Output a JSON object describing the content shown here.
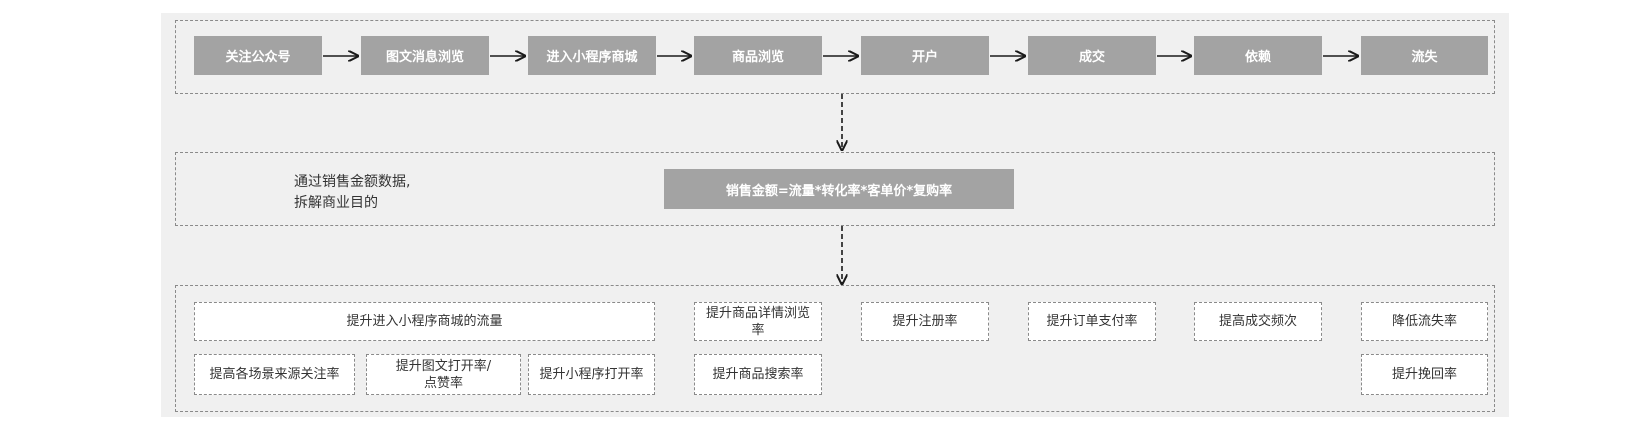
{
  "funnel_steps": [
    {
      "label": "关注公众号"
    },
    {
      "label": "图文消息浏览"
    },
    {
      "label": "进入小程序商城"
    },
    {
      "label": "商品浏览"
    },
    {
      "label": "开户"
    },
    {
      "label": "成交"
    },
    {
      "label": "依赖"
    },
    {
      "label": "流失"
    }
  ],
  "analysis": {
    "note_line1": "通过销售金额数据,",
    "note_line2": "拆解商业目的",
    "formula": "销售金额=流量*转化率*客单价*复购率"
  },
  "goals": {
    "traffic_main": "提升进入小程序商城的流量",
    "scene_follow": "提高各场景来源关注率",
    "article_open": "提升图文打开率/点赞率",
    "miniprogram_open": "提升小程序打开率",
    "detail_view": "提升商品详情浏览率",
    "search_rate": "提升商品搜索率",
    "register_rate": "提升注册率",
    "order_pay": "提升订单支付率",
    "deal_frequency": "提高成交频次",
    "churn_reduce": "降低流失率",
    "winback": "提升挽回率"
  },
  "colors": {
    "step_fill": "#a3a3a3",
    "panel_bg": "#f0f0f0",
    "border": "#8a8a8a"
  }
}
